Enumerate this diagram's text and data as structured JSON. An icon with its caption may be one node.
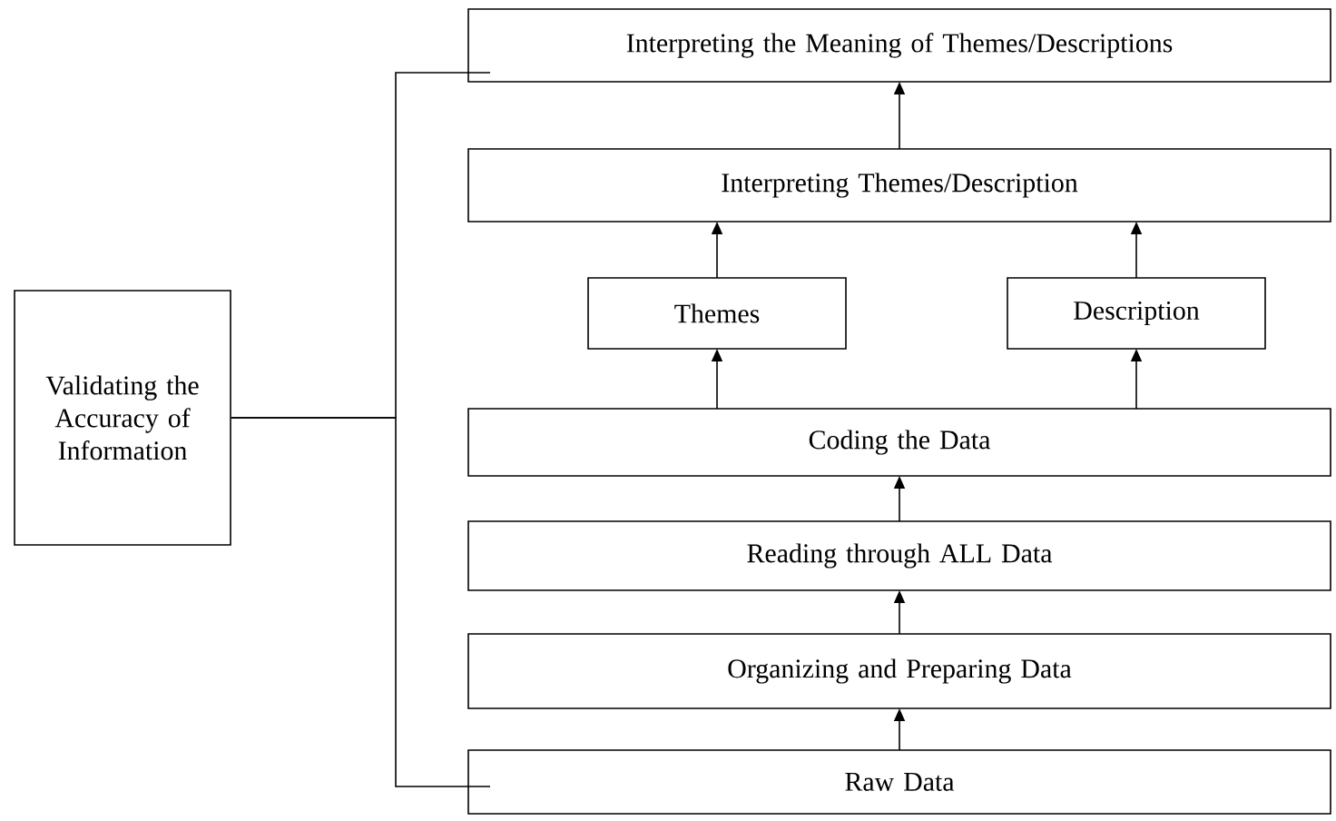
{
  "diagram": {
    "nodes": [
      {
        "text": [
          "Interpreting the Meaning of Themes/Descriptions"
        ]
      },
      {
        "text": [
          "Interpreting Themes/Description"
        ]
      },
      {
        "text": [
          "Themes"
        ]
      },
      {
        "text": [
          "Description"
        ]
      },
      {
        "text": [
          "Coding the Data"
        ]
      },
      {
        "text": [
          "Reading through ALL Data"
        ]
      },
      {
        "text": [
          "Organizing and Preparing Data"
        ]
      },
      {
        "text": [
          "Raw Data"
        ]
      },
      {
        "text": [
          "Validating the Accuracy of Information"
        ]
      }
    ],
    "edges": [
      {
        "from": 7,
        "to": 6,
        "arrow": "to"
      },
      {
        "from": 6,
        "to": 5,
        "arrow": "to"
      },
      {
        "from": 5,
        "to": 4,
        "arrow": "to"
      },
      {
        "from": 4,
        "to": 2,
        "arrow": "to"
      },
      {
        "from": 4,
        "to": 3,
        "arrow": "to"
      },
      {
        "from": 2,
        "to": 1,
        "arrow": "to"
      },
      {
        "from": 3,
        "to": 1,
        "arrow": "to"
      },
      {
        "from": 1,
        "to": 0,
        "arrow": "to"
      },
      {
        "from": 8,
        "to": 0,
        "arrow": "none"
      },
      {
        "from": 8,
        "to": 7,
        "arrow": "none"
      }
    ]
  }
}
